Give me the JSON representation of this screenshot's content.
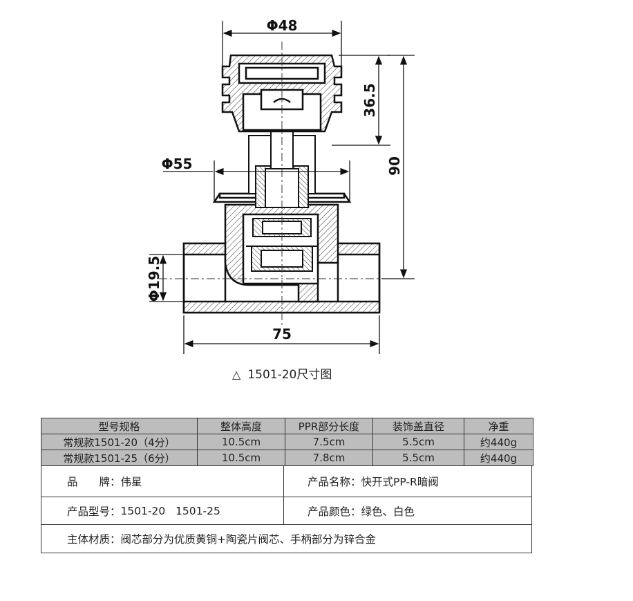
{
  "dimensions": {
    "top_diameter": "Φ48",
    "cap_height": "36.5",
    "total_height": "90",
    "cover_diameter": "Φ55",
    "pipe_diameter": "Φ19.5",
    "body_length": "75"
  },
  "caption": {
    "symbol": "△",
    "text": "1501-20尺寸图"
  },
  "spec_table": {
    "headers": [
      "型号规格",
      "整体高度",
      "PPR部分长度",
      "装饰盖直径",
      "净重"
    ],
    "rows": [
      [
        "常规款1501-20（4分）",
        "10.5cm",
        "7.5cm",
        "5.5cm",
        "约440g"
      ],
      [
        "常规款1501-25（6分）",
        "10.5cm",
        "7.8cm",
        "5.5cm",
        "约440g"
      ]
    ]
  },
  "info": {
    "brand_label": "品　　牌：",
    "brand_value": "伟星",
    "product_name_label": "产品名称：",
    "product_name_value": "快开式PP-R暗阀",
    "model_label": "产品型号：",
    "model_value": "1501-20   1501-25",
    "color_label": "产品颜色：",
    "color_value": "绿色、白色",
    "material_label": "主体材质：",
    "material_value": "阀芯部分为优质黄铜+陶瓷片阀芯、手柄部分为锌合金"
  },
  "colors": {
    "table_fill": "#bdbdbd",
    "line": "#111111"
  }
}
